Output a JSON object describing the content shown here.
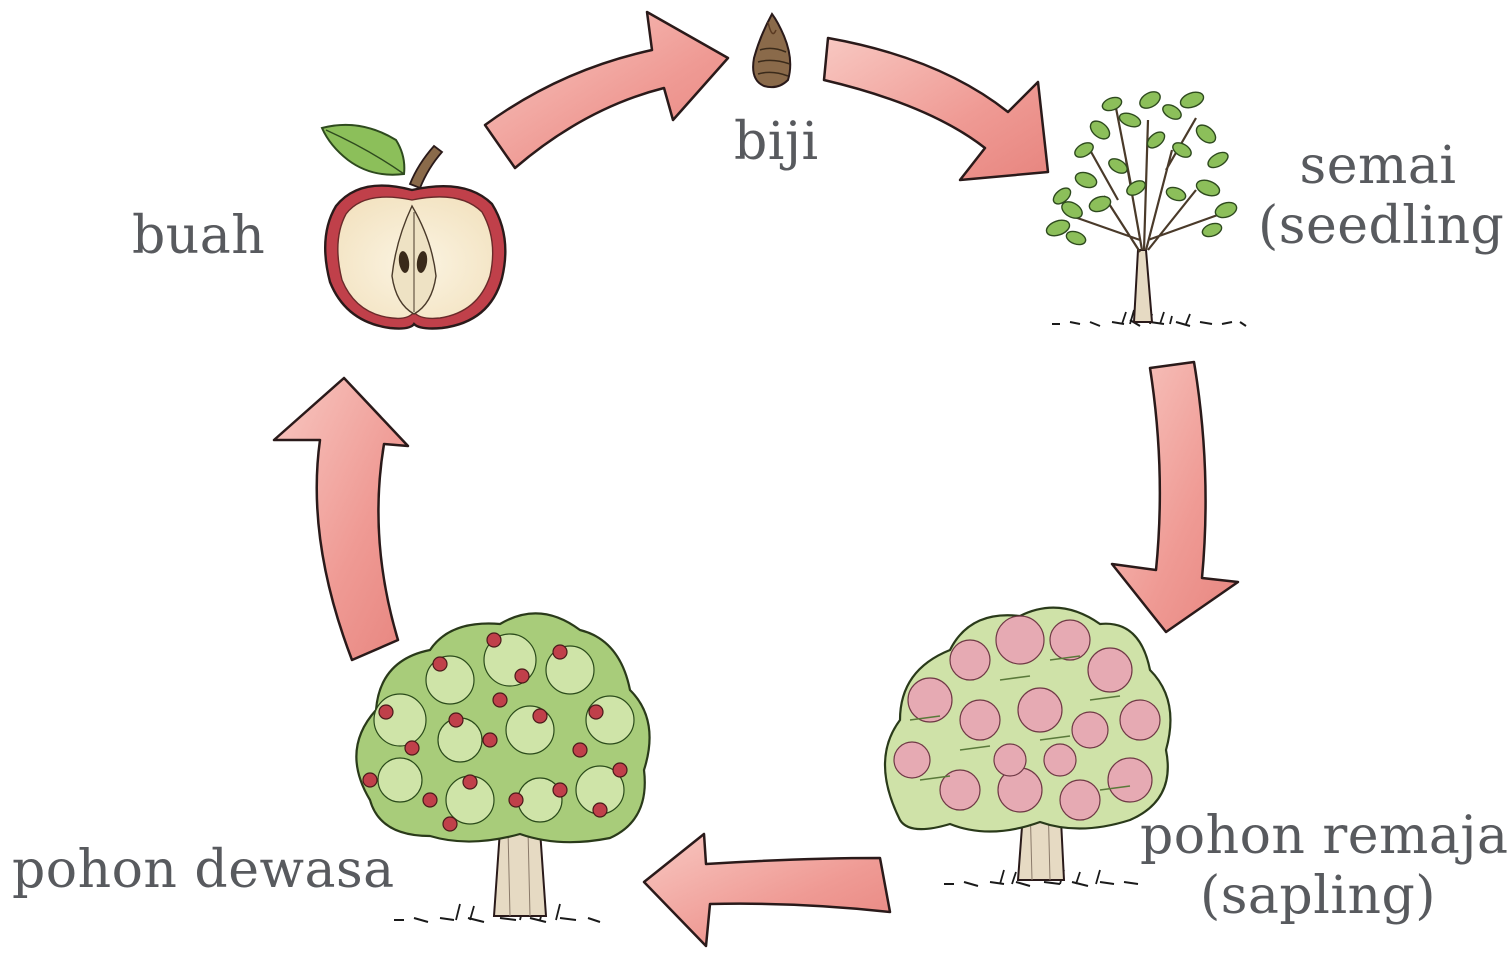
{
  "stages": {
    "seed": {
      "label": "biji"
    },
    "seedling": {
      "label": "semai",
      "sublabel": "(seedling)"
    },
    "sapling": {
      "label": "pohon remaja",
      "sublabel": "(sapling)"
    },
    "mature": {
      "label": "pohon dewasa"
    },
    "fruit": {
      "label": "buah"
    }
  },
  "colors": {
    "arrow_fill": "#ef9a94",
    "arrow_fill_light": "#f8c8c2",
    "arrow_stroke": "#2a1a1a",
    "leaf_green": "#8cbf5a",
    "leaf_dark": "#3f6b2a",
    "blossom_pink": "#e8a8b4",
    "apple_red": "#c0404a",
    "trunk": "#e8dcc8",
    "label_text": "#585a5e"
  },
  "icons": {
    "seed": "apple-seed-icon",
    "seedling": "seedling-tree-icon",
    "sapling": "blossoming-tree-icon",
    "mature": "fruiting-tree-icon",
    "fruit": "apple-halved-icon"
  }
}
